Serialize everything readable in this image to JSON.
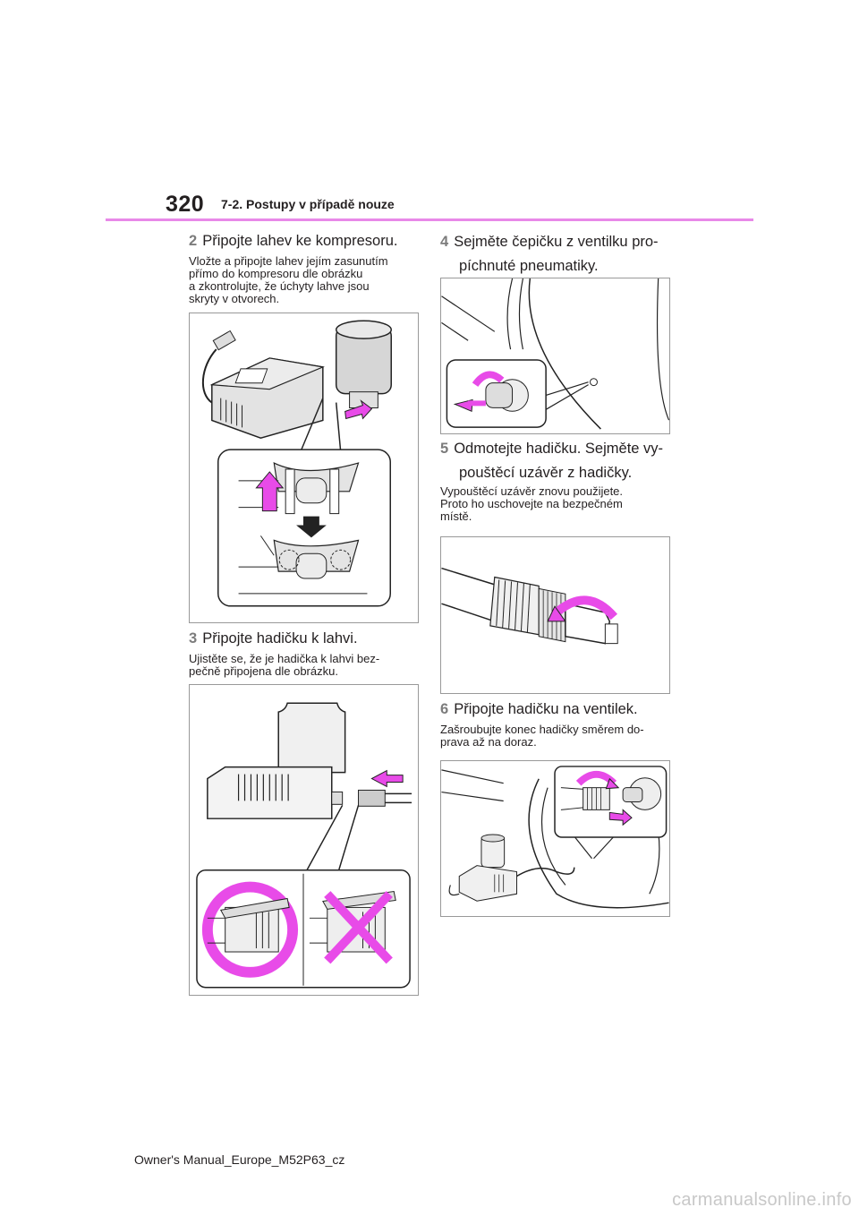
{
  "header": {
    "page_number": "320",
    "section": "7-2. Postupy v případě nouze"
  },
  "steps": [
    {
      "number": "2",
      "title": "Připojte lahev ke kompresoru.",
      "description_lines": [
        "Vložte a připojte lahev jejím zasunutím",
        "přímo do kompresoru dle obrázku",
        "a zkontrolujte, že úchyty lahve jsou",
        "skryty v otvorech."
      ]
    },
    {
      "number": "3",
      "title": "Připojte hadičku k lahvi.",
      "description_lines": [
        "Ujistěte se, že je hadička k lahvi bez-",
        "pečně připojena dle obrázku."
      ]
    },
    {
      "number": "4",
      "title_lines": [
        "Sejměte čepičku z ventilku pro-",
        "píchnuté pneumatiky."
      ]
    },
    {
      "number": "5",
      "title_lines": [
        "Odmotejte hadičku. Sejměte vy-",
        "pouštěcí uzávěr z hadičky."
      ],
      "description_lines": [
        "Vypouštěcí uzávěr znovu použijete.",
        "Proto ho uschovejte na bezpečném",
        "místě."
      ]
    },
    {
      "number": "6",
      "title": "Připojte hadičku na ventilek.",
      "description_lines": [
        "Zašroubujte konec hadičky směrem do-",
        "prava až na doraz."
      ]
    }
  ],
  "footer": {
    "manual_id": "Owner's Manual_Europe_M52P63_cz"
  },
  "watermark": "carmanualsonline.info",
  "colors": {
    "accent": "#e889e8",
    "magenta": "#e84be8",
    "step_number": "#7c7c7c"
  }
}
